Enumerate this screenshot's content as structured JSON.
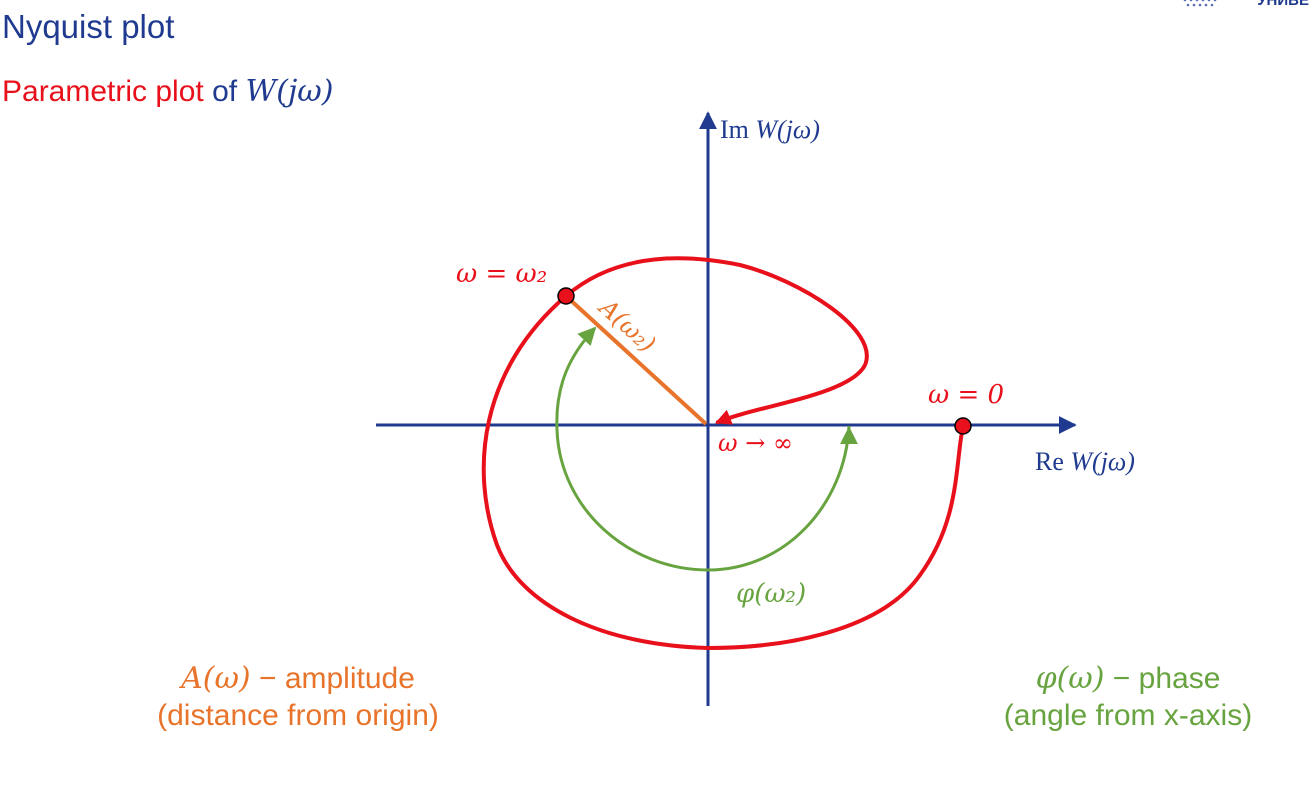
{
  "header": {
    "title": "Nyquist plot",
    "subtitle_red": "Parametric plot",
    "subtitle_of": " of ",
    "subtitle_math": "W(jω)",
    "logo_text": "УНИВЕ"
  },
  "axes": {
    "im_label_prefix": "Im ",
    "im_label_math": "W(jω)",
    "re_label_prefix": "Re ",
    "re_label_math": "W(jω)"
  },
  "annotations": {
    "omega_2": "ω = ω₂",
    "omega_0": "ω = 0",
    "omega_inf": "ω → ∞",
    "amplitude_vector": "A(ω₂)",
    "phase_arc": "φ(ω₂)"
  },
  "notes": {
    "amplitude_math": "A(ω)",
    "amplitude_line1": " − amplitude",
    "amplitude_line2": "(distance from origin)",
    "phase_math": "φ(ω)",
    "phase_line1": " − phase",
    "phase_line2": "(angle from x-axis)"
  },
  "colors": {
    "axis": "#1f3a8f",
    "curve": "#e8101a",
    "amplitude": "#e8742b",
    "phase": "#67a33f"
  },
  "icons": {
    "axis_arrowheads": "arrowhead-icon",
    "points": "point-marker-icon"
  }
}
